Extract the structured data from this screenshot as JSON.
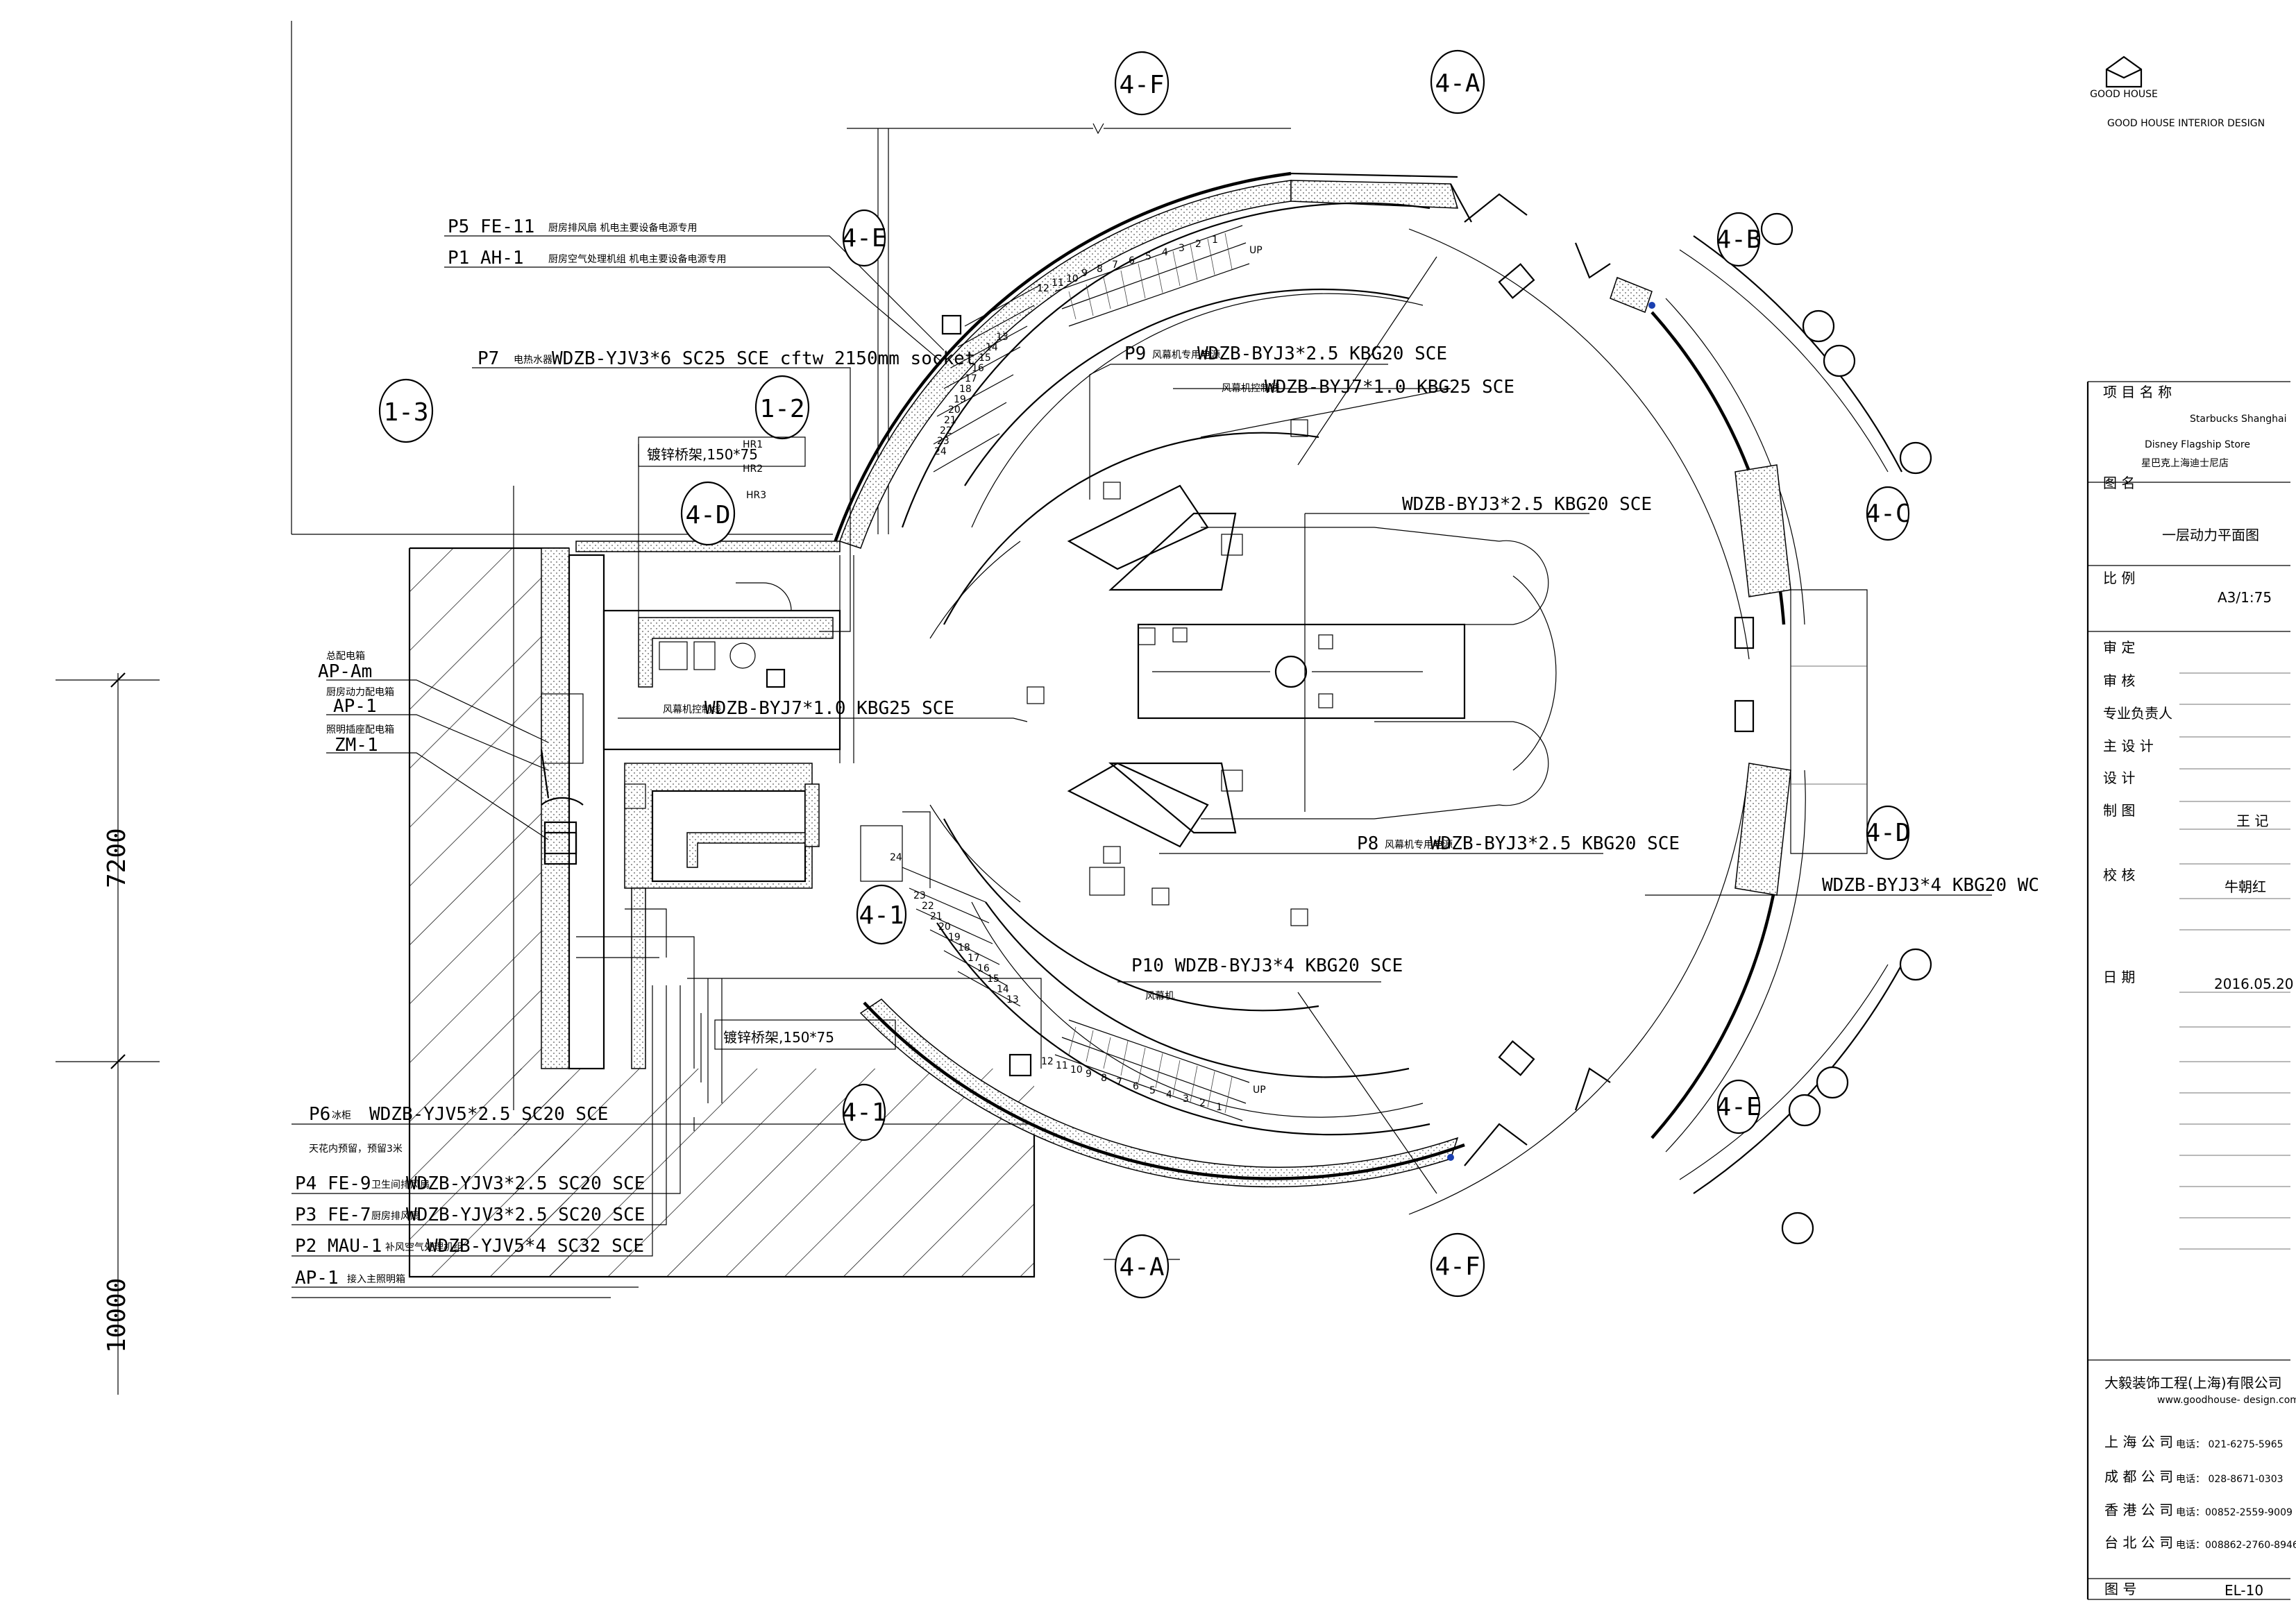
{
  "axes": {
    "a4F_top": "4-F",
    "a4A_top": "4-A",
    "a4E": "4-E",
    "a4B": "4-B",
    "a4C": "4-C",
    "a4D_right": "4-D",
    "a4E_right": "4-E",
    "a4A_bottom": "4-A",
    "a4F_bottom": "4-F",
    "a1_3": "1-3",
    "a1_2": "1-2",
    "a4D": "4-D",
    "a4_1": "4-1",
    "a4_lower": "4-1"
  },
  "dims": {
    "d7200": "7200",
    "d10000": "10000"
  },
  "circuits": {
    "p5": "P5 FE-11",
    "p5_note": "厨房排风扇 机电主要设备电源专用",
    "p1": "P1 AH-1",
    "p1_note": "厨房空气处理机组 机电主要设备电源专用",
    "p7": "P7",
    "p7_note": "电热水器",
    "p7_cable": "WDZB-YJV3*6 SC25 SCE cftw 2150mm socket",
    "p9": "P9",
    "p9_note": "风幕机专用电源",
    "p9_cable": "WDZB-BYJ3*2.5 KBG20 SCE",
    "c_7x1_note": "风幕机控制线",
    "c_7x1_top": "WDZB-BYJ7*1.0 KBG25 SCE",
    "c_3x25": "WDZB-BYJ3*2.5 KBG20 SCE",
    "c_7x1_left_note": "风幕机控制线",
    "c_7x1_left": "WDZB-BYJ7*1.0 KBG25 SCE",
    "p8": "P8",
    "p8_note": "风幕机专用电源",
    "p8_cable": "WDZB-BYJ3*2.5 KBG20 SCE",
    "c_3x4_wc": "WDZB-BYJ3*4 KBG20 WC",
    "p10": "P10 WDZB-BYJ3*4 KBG20 SCE",
    "p10_note": "风幕机",
    "p6": "P6",
    "p6_note": "冰柜",
    "p6_cable": "WDZB-YJV5*2.5 SC20 SCE",
    "p6_sub": "天花内预留，预留3米",
    "p4": "P4 FE-9",
    "p4_note": "卫生间排风扇",
    "p4_cable": "WDZB-YJV3*2.5 SC20 SCE",
    "p3": "P3 FE-7",
    "p3_note": "厨房排风扇",
    "p3_cable": "WDZB-YJV3*2.5 SC20 SCE",
    "p2": "P2 MAU-1",
    "p2_note": "补风空气处理机组",
    "p2_cable": "WDZB-YJV5*4 SC32 SCE",
    "ap1_bottom": "AP-1",
    "ap1_bottom_note": "接入主照明箱",
    "tray_top": "镀锌桥架,150*75",
    "tray_bottom": "镀锌桥架,150*75",
    "apam_note": "总配电箱",
    "apam": "AP-Am",
    "ap1_note": "厨房动力配电箱",
    "ap1": "AP-1",
    "zm1_note": "照明插座配电箱",
    "zm1": "ZM-1",
    "hr1": "HR1",
    "hr2": "HR2",
    "hr3": "HR3",
    "up_top": "UP",
    "up_bottom": "UP"
  },
  "stairs_top": [
    "1",
    "2",
    "3",
    "4",
    "5",
    "6",
    "7",
    "8",
    "9",
    "10",
    "11",
    "12"
  ],
  "stairs_top2": [
    "13",
    "14",
    "15",
    "16",
    "17",
    "18",
    "19",
    "20",
    "21",
    "22",
    "23",
    "24"
  ],
  "stairs_bottom": [
    "1",
    "2",
    "3",
    "4",
    "5",
    "6",
    "7",
    "8",
    "9",
    "10",
    "11",
    "12"
  ],
  "stairs_bottom2": [
    "13",
    "14",
    "15",
    "16",
    "17",
    "18",
    "19",
    "20",
    "21",
    "22",
    "23",
    "24"
  ],
  "title_block": {
    "logo_text": "GOOD HOUSE",
    "company_en": "GOOD HOUSE INTERIOR DESIGN",
    "project_label": "项 目 名 称",
    "project_en1": "Starbucks Shanghai",
    "project_en2": "Disney Flagship Store",
    "project_cn": "星巴克上海迪士尼店",
    "drawing_label": "图    名",
    "drawing_name": "一层动力平面图",
    "scale_label": "比    例",
    "scale": "A3/1:75",
    "check_label": "审    定",
    "review_label": "审    核",
    "lead_label": "专业负责人",
    "main_design_label": "主  设  计",
    "design_label": "设    计",
    "draw_label": "制    图",
    "draw_name": "王 记",
    "proof_label": "校    核",
    "proof_name": "牛朝红",
    "date_label": "日    期",
    "date": "2016.05.20",
    "company_cn": "大毅装饰工程(上海)有限公司",
    "website": "www.goodhouse- design.com",
    "sh_label": "上 海 公 司",
    "sh_tel": "电话： 021-6275-5965",
    "cd_label": "成 都 公 司",
    "cd_tel": "电话： 028-8671-0303",
    "hk_label": "香 港 公 司",
    "hk_tel": "电话：00852-2559-9009",
    "tw_label": "台 北 公 司",
    "tw_tel": "电话：008862-2760-8946",
    "number_label": "图    号",
    "number": "EL-10"
  }
}
